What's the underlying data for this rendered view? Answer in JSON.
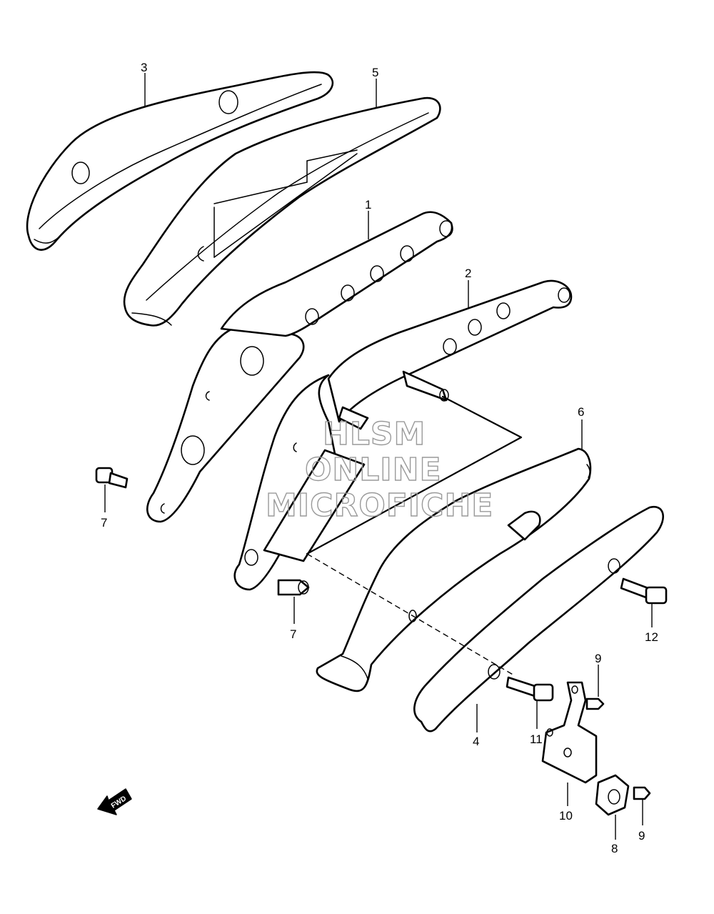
{
  "callouts": {
    "p1": "1",
    "p2": "2",
    "p3": "3",
    "p4": "4",
    "p5": "5",
    "p6": "6",
    "p7a": "7",
    "p7b": "7",
    "p8": "8",
    "p9a": "9",
    "p9b": "9",
    "p10": "10",
    "p11": "11",
    "p12": "12"
  },
  "watermark": {
    "line1": "HLSM",
    "line2": "ONLINE",
    "line3": "MICROFICHE"
  },
  "direction_label": "FWD"
}
